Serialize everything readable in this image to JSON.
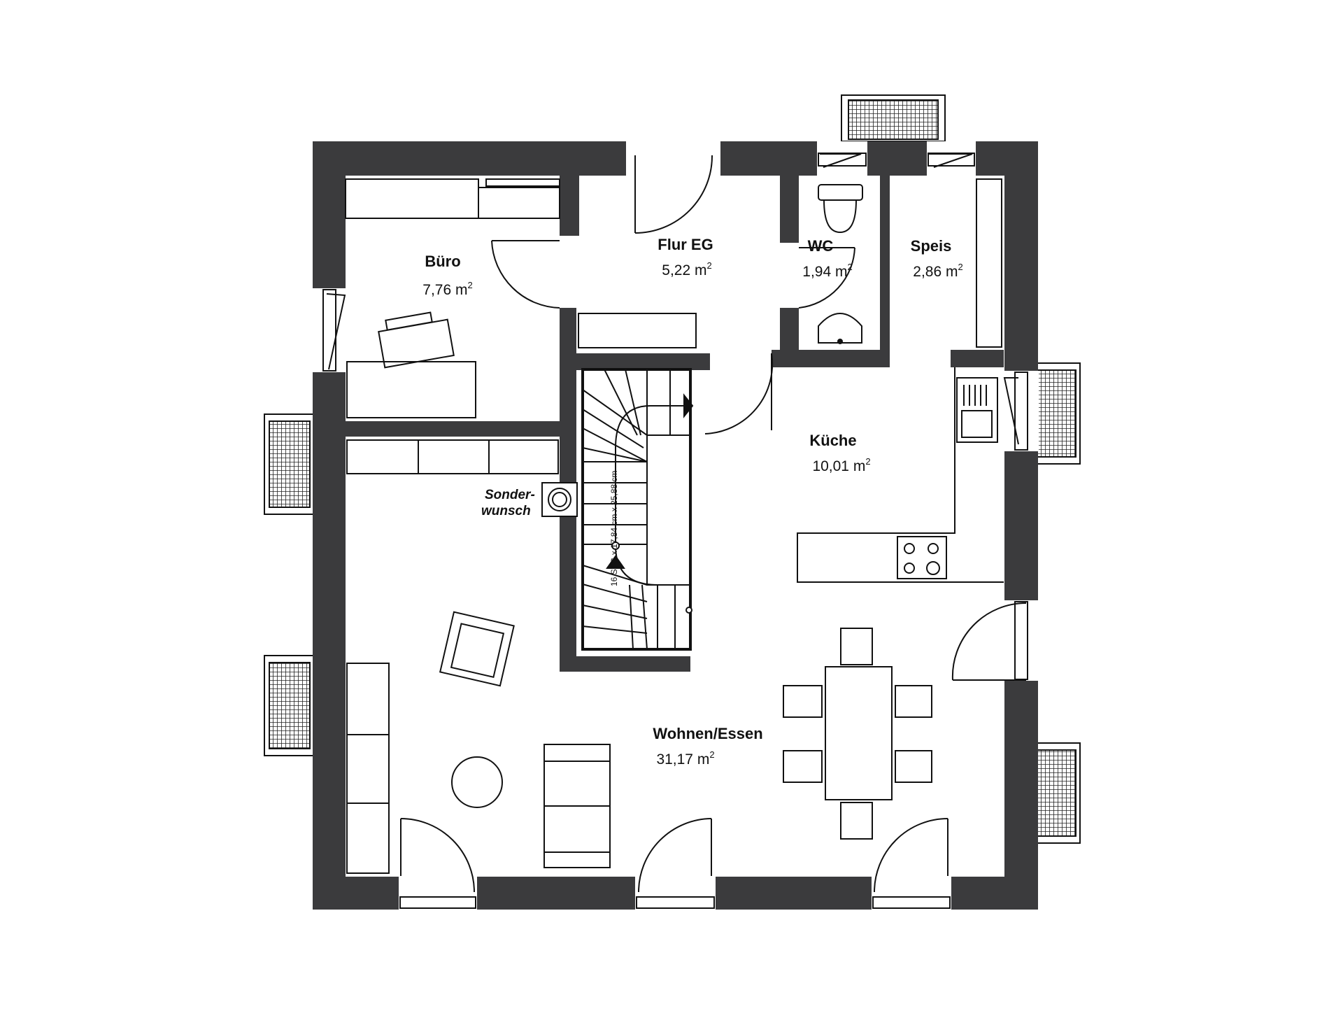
{
  "rooms": [
    {
      "name": "Büro",
      "area": "7,76 m",
      "unit_exp": "2"
    },
    {
      "name": "Flur EG",
      "area": "5,22 m",
      "unit_exp": "2"
    },
    {
      "name": "WC",
      "area": "1,94 m",
      "unit_exp": "2"
    },
    {
      "name": "Speis",
      "area": "2,86 m",
      "unit_exp": "2"
    },
    {
      "name": "Küche",
      "area": "10,01 m",
      "unit_exp": "2"
    },
    {
      "name": "Wohnen/Essen",
      "area": "31,17 m",
      "unit_exp": "2"
    }
  ],
  "annotations": {
    "sonderwunsch_line1": "Sonder-",
    "sonderwunsch_line2": "wunsch",
    "stair_spec": "16 STG x 17,84 cm x 25,88 cm"
  },
  "colors": {
    "wall": "#3b3b3d",
    "line": "#111111",
    "background": "#ffffff"
  }
}
